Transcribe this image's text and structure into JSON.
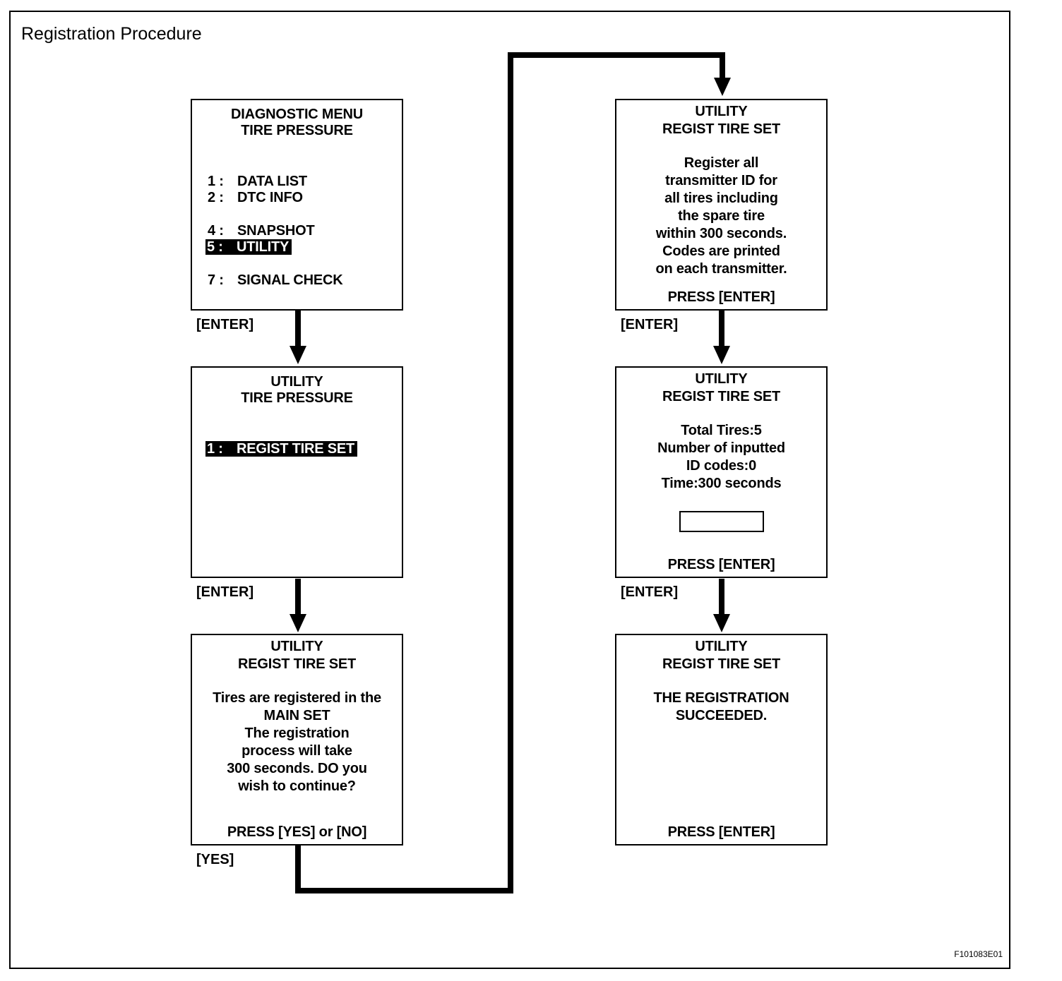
{
  "title": "Registration Procedure",
  "figure_id": "F101083E01",
  "screens": {
    "s1": {
      "header": [
        "DIAGNOSTIC MENU",
        "TIRE PRESSURE"
      ],
      "items": [
        {
          "num": "1 :",
          "label": "DATA LIST"
        },
        {
          "num": "2 :",
          "label": "DTC INFO"
        },
        {
          "num": "4 :",
          "label": "SNAPSHOT"
        },
        {
          "num": "5 :",
          "label": "UTILITY"
        },
        {
          "num": "7 :",
          "label": "SIGNAL CHECK"
        }
      ],
      "key": "[ENTER]"
    },
    "s2": {
      "header": [
        "UTILITY",
        "TIRE PRESSURE"
      ],
      "item": {
        "num": "1 :",
        "label": "REGIST TIRE SET"
      },
      "key": "[ENTER]"
    },
    "s3": {
      "header": [
        "UTILITY",
        "REGIST TIRE SET"
      ],
      "body": [
        "Tires are registered in the",
        "MAIN SET",
        "The registration",
        "process will take",
        "300 seconds. DO you",
        "wish to continue?"
      ],
      "footer": "PRESS  [YES]  or  [NO]",
      "key": "[YES]"
    },
    "s4": {
      "header": [
        "UTILITY",
        "REGIST TIRE SET"
      ],
      "body": [
        "Register all",
        "transmitter ID for",
        "all tires including",
        "the spare tire",
        "within 300 seconds.",
        "Codes are printed",
        "on each transmitter."
      ],
      "footer": "PRESS  [ENTER]",
      "key": "[ENTER]"
    },
    "s5": {
      "header": [
        "UTILITY",
        "REGIST TIRE SET"
      ],
      "body": [
        "Total Tires:5",
        "Number of inputted",
        "ID codes:0",
        "Time:300 seconds"
      ],
      "footer": "PRESS  [ENTER]",
      "key": "[ENTER]"
    },
    "s6": {
      "header": [
        "UTILITY",
        "REGIST TIRE SET"
      ],
      "body": [
        "THE REGISTRATION",
        "SUCCEEDED."
      ],
      "footer": "PRESS  [ENTER]"
    }
  }
}
